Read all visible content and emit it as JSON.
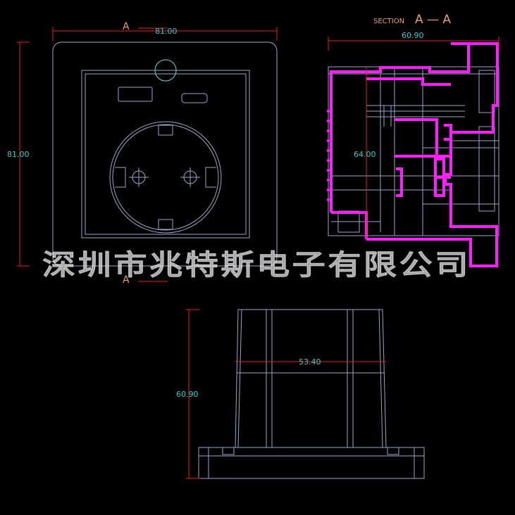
{
  "colors": {
    "background": "#000000",
    "outline": "#9aa6c8",
    "dimension": "#e02020",
    "dimension_text": "#33cccc",
    "section_fill": "#ff20ff",
    "label": "#e8a070",
    "inner_circle": "#66dddd"
  },
  "front_view": {
    "width_dim": "81.00",
    "height_dim": "81.00",
    "section_mark_top": "A",
    "section_mark_bottom": "A"
  },
  "section_view": {
    "title_prefix": "SECTION",
    "title_letters": "A — A",
    "depth_dim": "60.90",
    "height_dim": "64.00"
  },
  "bottom_view": {
    "width_dim": "53.40",
    "height_dim": "60.90"
  },
  "watermark": "深圳市兆特斯电子有限公司"
}
